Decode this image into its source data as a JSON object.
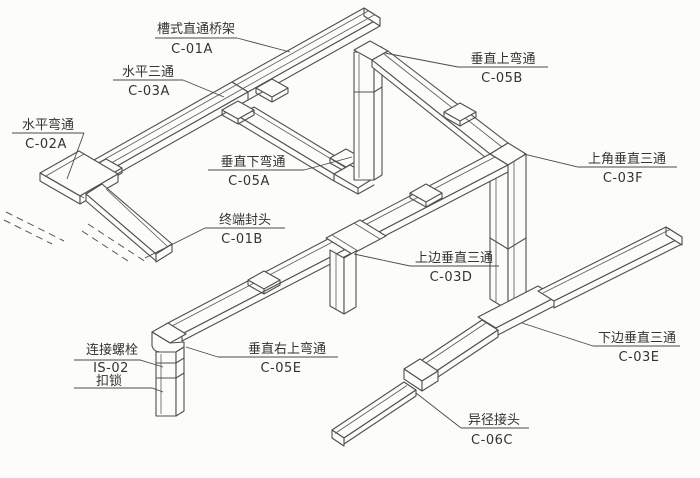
{
  "canvas": {
    "background": "#fcfcfa"
  },
  "colors": {
    "line": "#4f4f4f",
    "text": "#333333"
  },
  "components": [
    {
      "id": "c01a",
      "name": "槽式直通桥架",
      "code": "C-01A"
    },
    {
      "id": "c03a",
      "name": "水平三通",
      "code": "C-03A"
    },
    {
      "id": "c05b",
      "name": "垂直上弯通",
      "code": "C-05B"
    },
    {
      "id": "c02a",
      "name": "水平弯通",
      "code": "C-02A"
    },
    {
      "id": "c05a",
      "name": "垂直下弯通",
      "code": "C-05A"
    },
    {
      "id": "c03f",
      "name": "上角垂直三通",
      "code": "C-03F"
    },
    {
      "id": "c01b",
      "name": "终端封头",
      "code": "C-01B"
    },
    {
      "id": "c03d",
      "name": "上边垂直三通",
      "code": "C-03D"
    },
    {
      "id": "is02",
      "name": "连接螺栓",
      "code": "IS-02",
      "extra": "扣锁"
    },
    {
      "id": "c05e",
      "name": "垂直右上弯通",
      "code": "C-05E"
    },
    {
      "id": "c03e",
      "name": "下边垂直三通",
      "code": "C-03E"
    },
    {
      "id": "c06c",
      "name": "异径接头",
      "code": "C-06C"
    }
  ]
}
